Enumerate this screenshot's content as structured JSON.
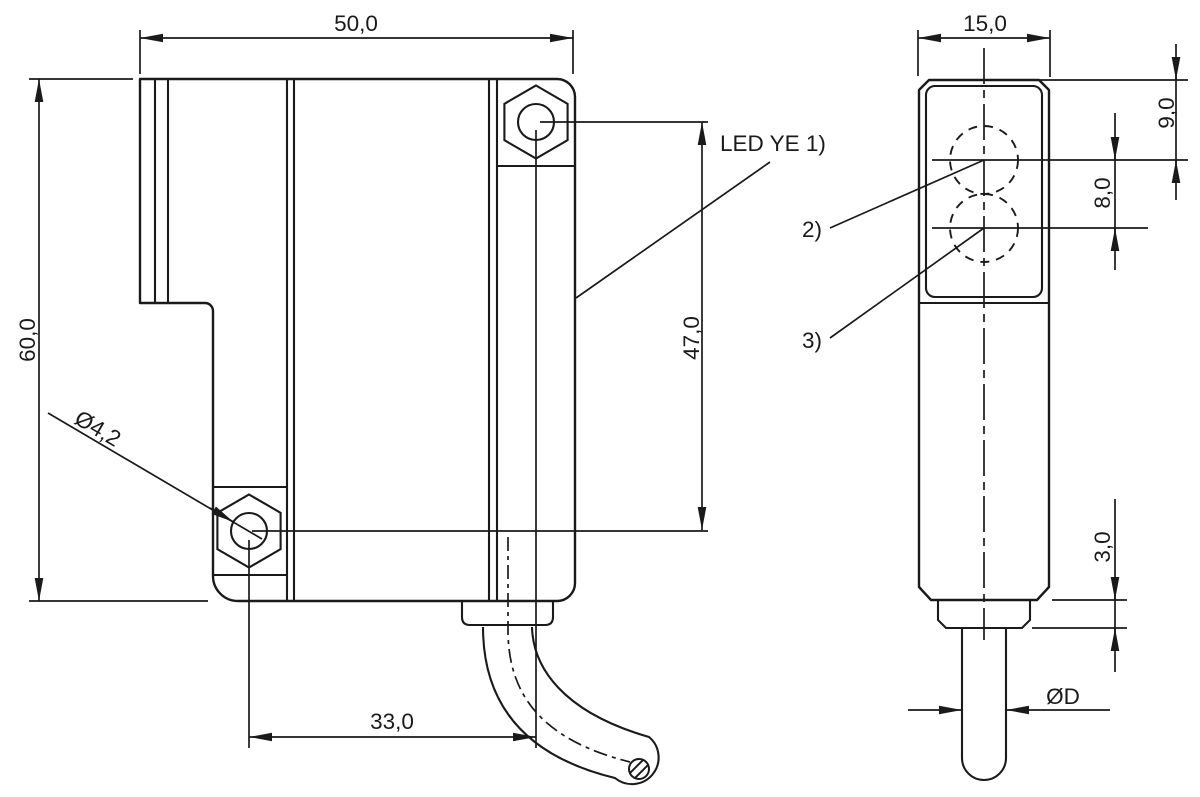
{
  "labels": {
    "front": {
      "width": "50,0",
      "height": "60,0",
      "hole_pitch_vertical": "47,0",
      "hole_pitch_horizontal": "33,0",
      "hole_diameter": "Ø4,2",
      "led": "LED YE 1)"
    },
    "side": {
      "width": "15,0",
      "lens_top_offset": "9,0",
      "lens_spacing": "8,0",
      "step_height": "3,0",
      "cable_diameter": "ØD",
      "callout_upper_lens": "2)",
      "callout_lower_lens": "3)"
    },
    "colors": {
      "line": "#1a1a1a",
      "background": "#ffffff"
    }
  }
}
